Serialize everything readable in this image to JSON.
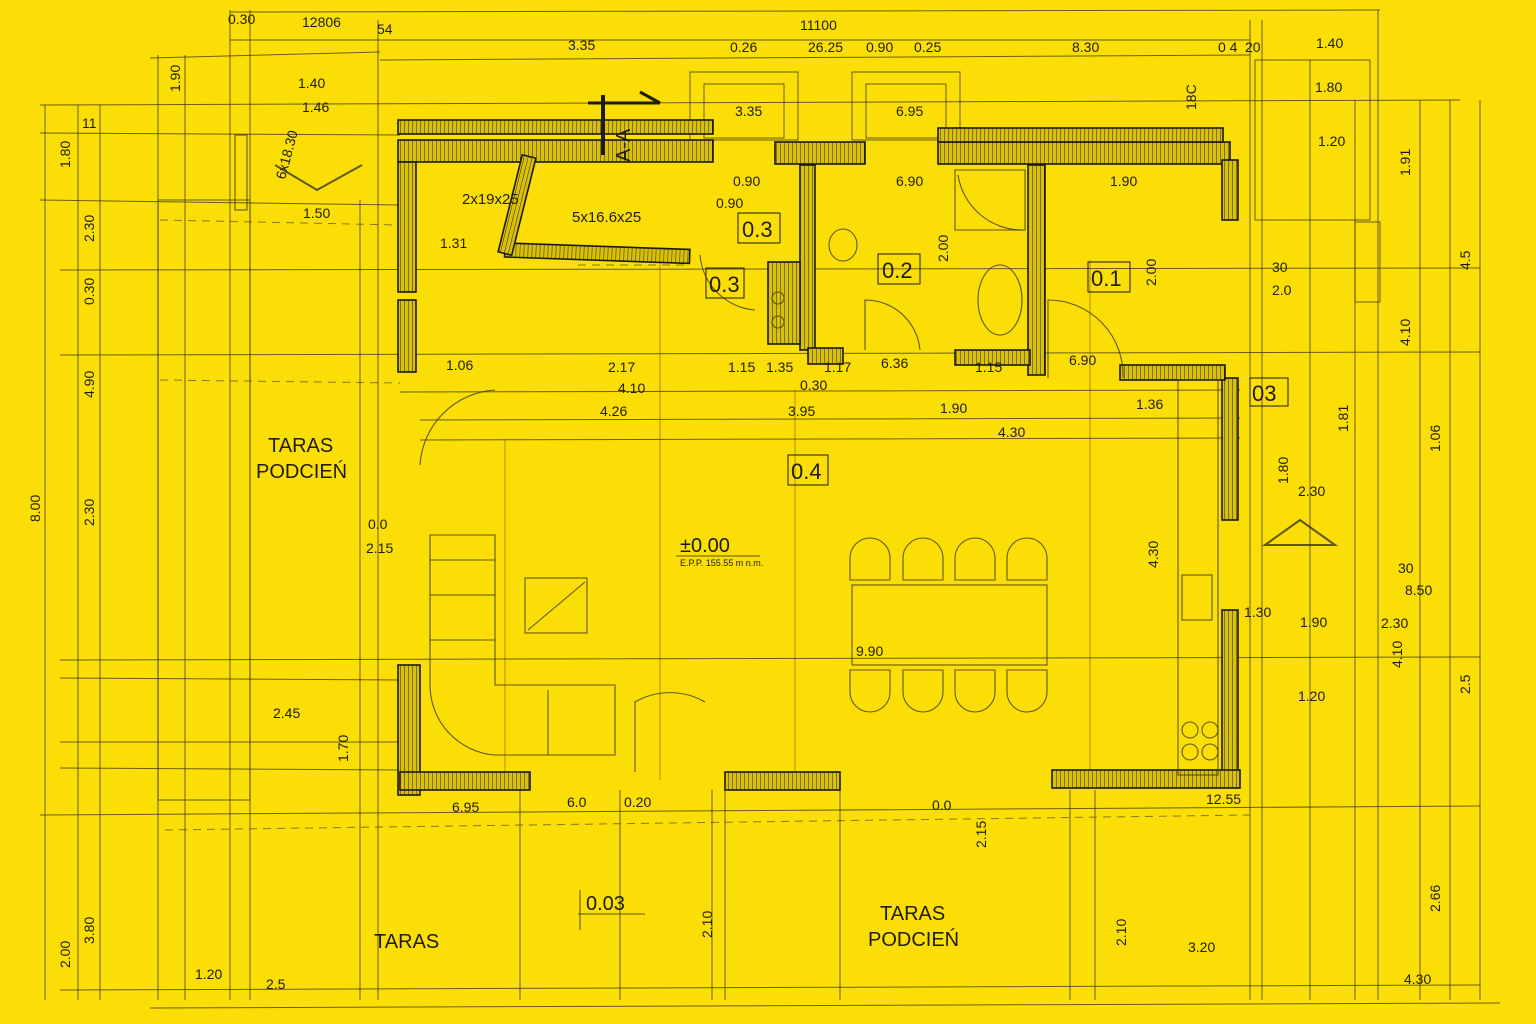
{
  "drawing": {
    "colors": {
      "paper": "#fbde05",
      "ink": "#1f1c0c"
    },
    "section_marker": "A-A",
    "level_main": "±0.00",
    "level_main_note": "E.P.P. 155.55 m n.m.",
    "level_terrace": "0.03",
    "rooms": [
      {
        "id": "0.3",
        "label": "0.3"
      },
      {
        "id": "0.3b",
        "label": "0.3"
      },
      {
        "id": "0.2",
        "label": "0.2"
      },
      {
        "id": "0.1",
        "label": "0.1"
      },
      {
        "id": "0.4",
        "label": "0.4"
      },
      {
        "id": "03",
        "label": "03"
      }
    ],
    "areas": {
      "taras_podcien_left_1": "TARAS",
      "taras_podcien_left_2": "PODCIEŃ",
      "taras_bottom": "TARAS",
      "taras_podcien_bottom_1": "TARAS",
      "taras_podcien_bottom_2": "PODCIEŃ"
    },
    "stairs": [
      "2x19x25",
      "5x16.6x25",
      "6x18.30"
    ],
    "dimensions": [
      "0.30",
      "12806",
      "54",
      "11100",
      "3.35",
      "0.26",
      "26.25",
      "0.90",
      "0.25",
      "8.30",
      "0 4",
      "20",
      "1.40",
      "1.40",
      "1.46",
      "1.90",
      "11",
      "1.80",
      "1.80",
      "3.35",
      "6.95",
      "18C",
      "0.90",
      "6.90",
      "1.90",
      "0.90",
      "1.50",
      "1.31",
      "2.00",
      "2.00",
      "30",
      "2.0",
      "1.06",
      "2.17",
      "4.10",
      "1.15",
      "1.35",
      "1.17",
      "6.36",
      "1.15",
      "6.90",
      "0.30",
      "4.26",
      "3.95",
      "1.90",
      "1.36",
      "4.30",
      "1.81",
      "0.0",
      "2.15",
      "9.90",
      "2.30",
      "4.30",
      "30",
      "8.50",
      "1.30",
      "1.90",
      "2.30",
      "1.20",
      "2.45",
      "1.70",
      "6.95",
      "6.0",
      "0.20",
      "0.0",
      "12.55",
      "3.20",
      "1.20",
      "2.5",
      "4.30",
      "2.10",
      "2.00",
      "3.80",
      "8.00",
      "2.30",
      "4.90",
      "0.30",
      "2.30",
      "2.5",
      "4.5",
      "1.91",
      "1.06",
      "4.10",
      "4.10",
      "2.66",
      "1.20",
      "1.80",
      "2.10",
      "2.15"
    ]
  }
}
